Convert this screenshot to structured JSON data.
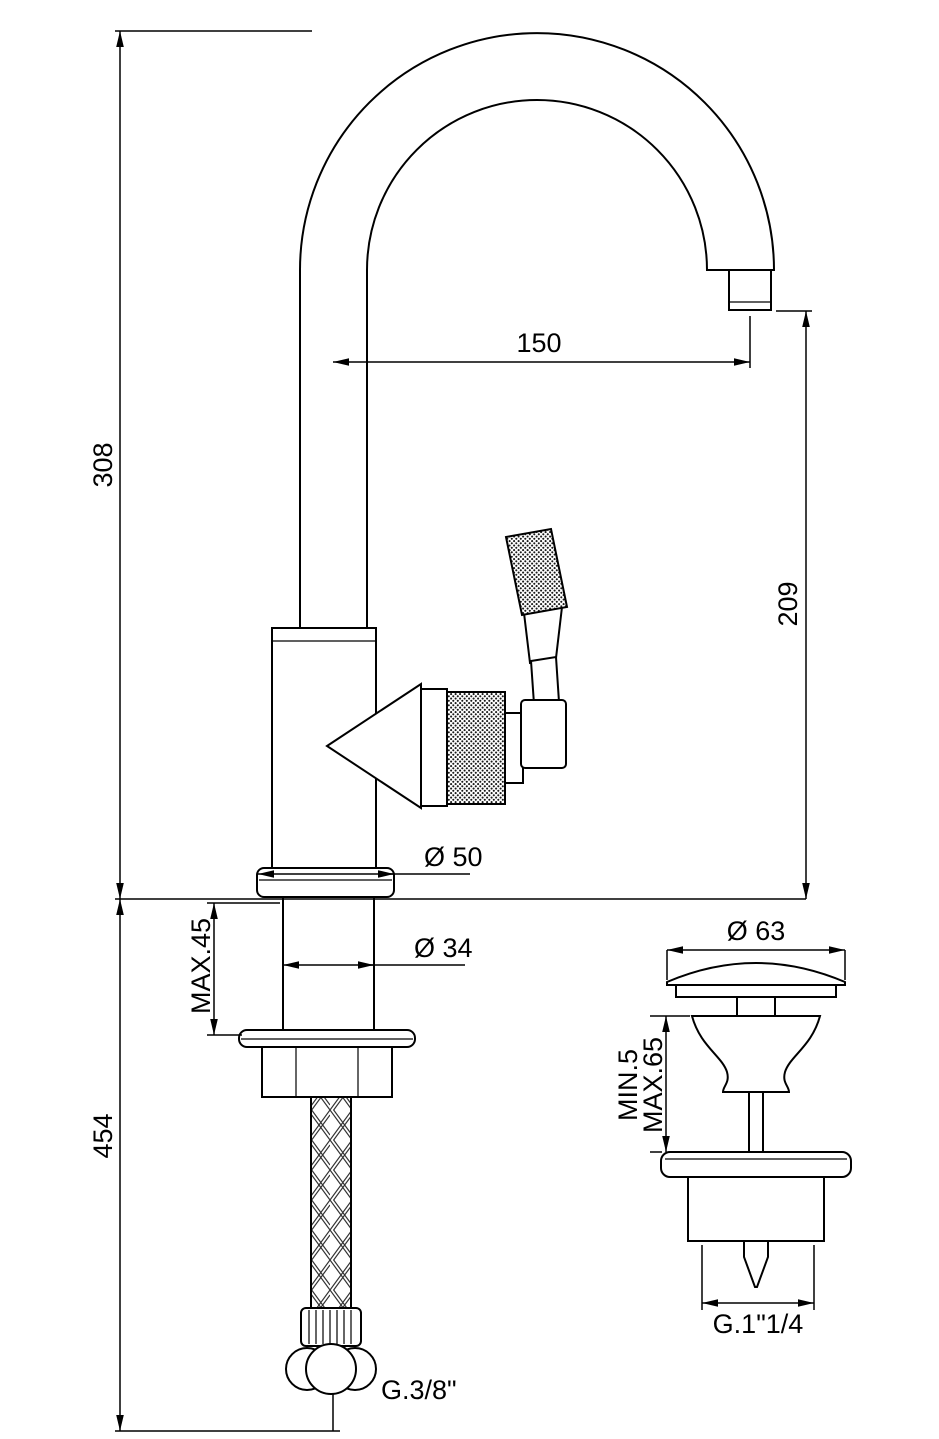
{
  "drawing": {
    "background": "#ffffff",
    "line_color": "#000000",
    "dimensions": {
      "spout_reach": "150",
      "height_above_deck": "308",
      "spout_outlet_height": "209",
      "height_below": "454",
      "base_diameter": "Ø 50",
      "shank_diameter": "Ø 34",
      "max_deck_thickness": "MAX.45",
      "waste_cap_diameter": "Ø 63",
      "waste_min_thickness": "MIN.5",
      "waste_max_thickness": "MAX.65",
      "waste_thread": "G.1\"1/4",
      "supply_thread": "G.3/8\""
    }
  }
}
